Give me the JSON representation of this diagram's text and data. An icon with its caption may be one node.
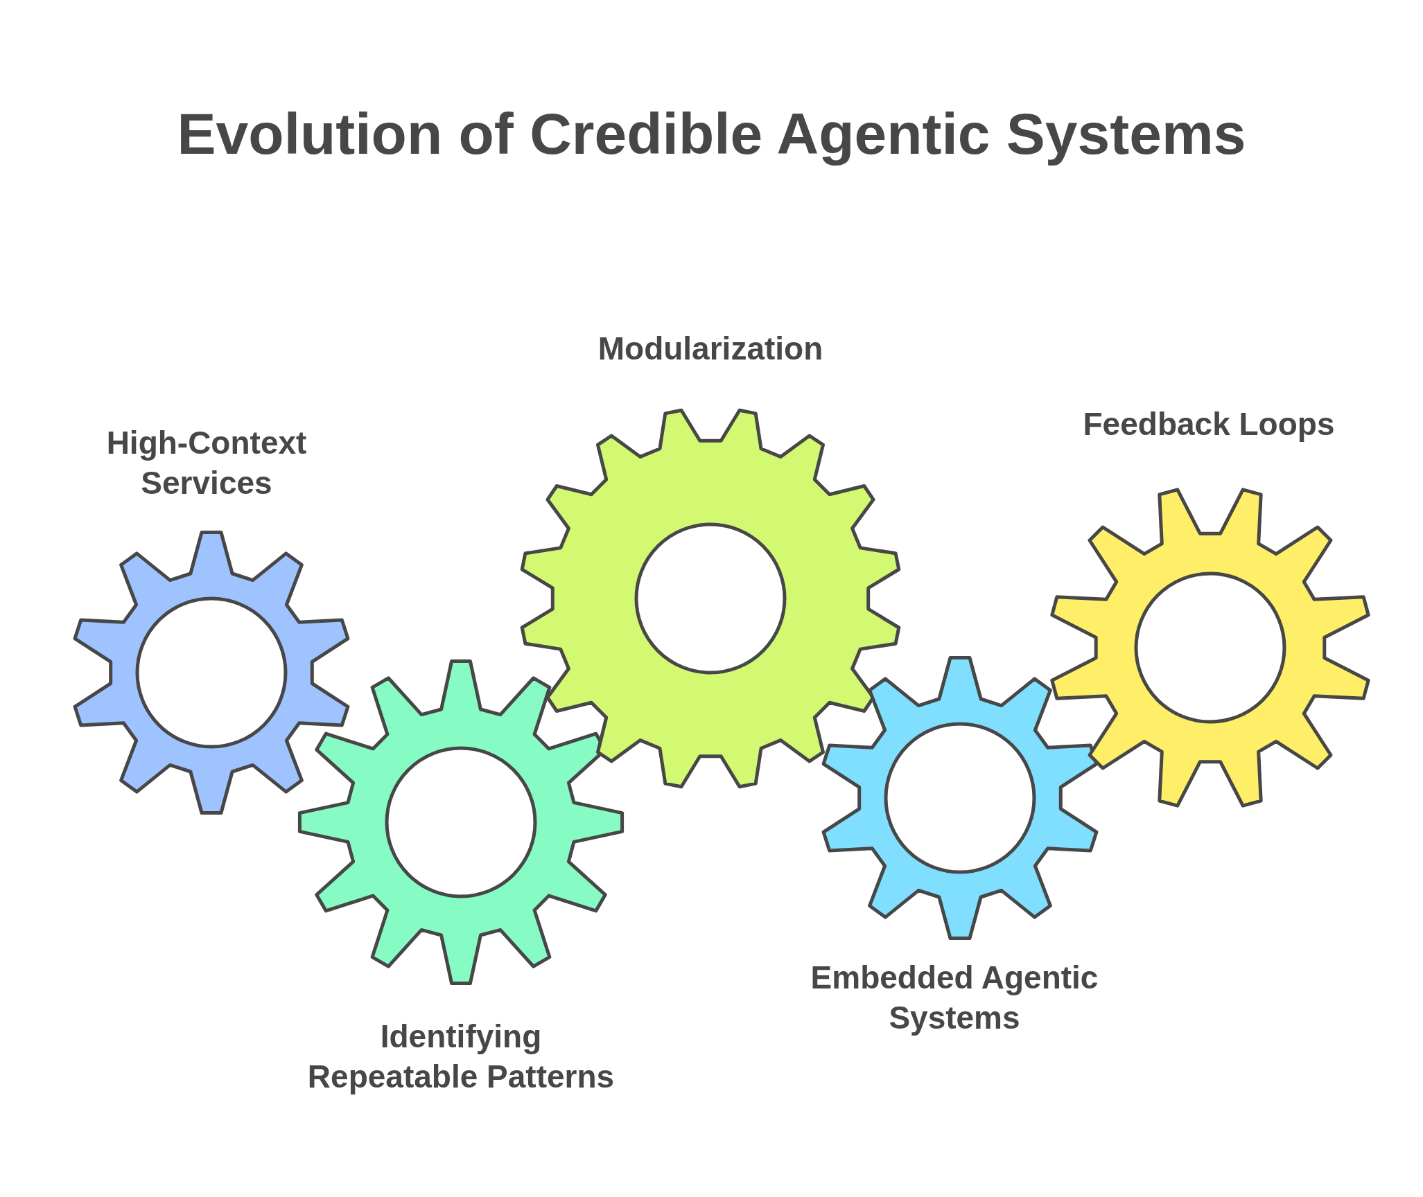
{
  "diagram": {
    "title": "Evolution of Credible Agentic Systems",
    "nodes": [
      {
        "text": [
          "High-Context Services"
        ]
      },
      {
        "text": [
          "Identifying Repeatable Patterns"
        ]
      },
      {
        "text": [
          "Modularization"
        ]
      },
      {
        "text": [
          "Embedded Agentic Systems"
        ]
      },
      {
        "text": [
          "Feedback Loops"
        ]
      }
    ]
  }
}
